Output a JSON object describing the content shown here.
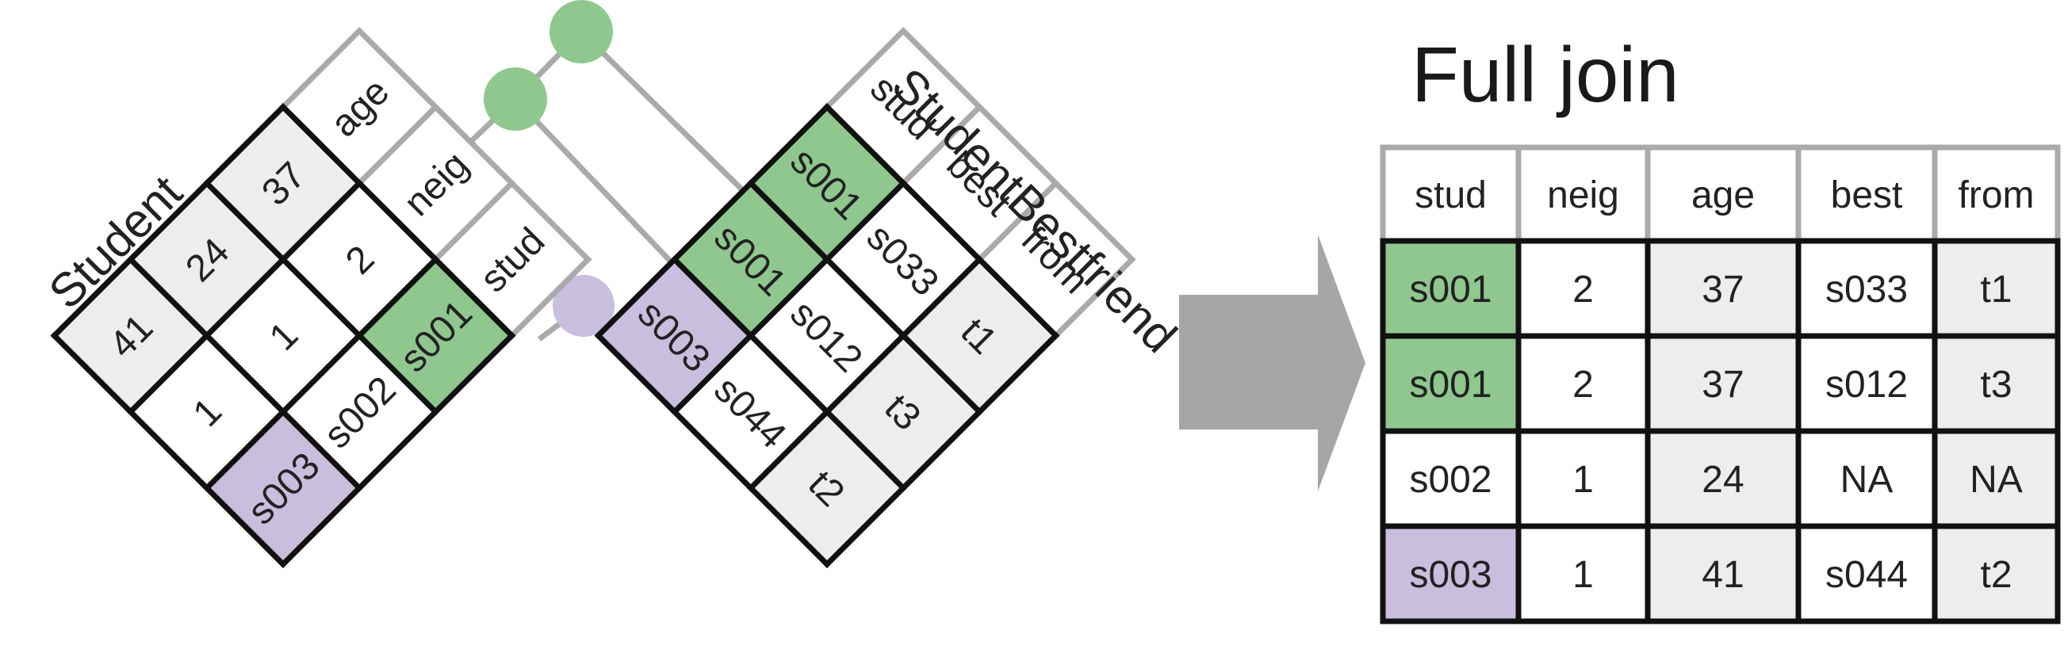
{
  "colors": {
    "green": "#8fc78f",
    "purple": "#c9bedd",
    "gray_cell": "#eceeec",
    "white_cell": "#ffffff",
    "border_dark": "#111111",
    "border_light": "#aaaaaa",
    "connector": "#aaaaaa",
    "arrow": "#a6a6a6"
  },
  "student": {
    "title": "Student",
    "headers": [
      "age",
      "neig",
      "stud"
    ],
    "rows": [
      [
        "37",
        "2",
        "s001"
      ],
      [
        "24",
        "1",
        "s002"
      ],
      [
        "41",
        "1",
        "s003"
      ]
    ],
    "key_highlight": [
      "green",
      "none",
      "purple"
    ]
  },
  "bestfriend": {
    "title": "StudentBestfriend",
    "headers": [
      "stud",
      "best",
      "from"
    ],
    "rows": [
      [
        "s001",
        "s033",
        "t1"
      ],
      [
        "s001",
        "s012",
        "t3"
      ],
      [
        "s003",
        "s044",
        "t2"
      ]
    ],
    "key_highlight": [
      "green",
      "green",
      "purple"
    ]
  },
  "result": {
    "title": "Full join",
    "headers": [
      "stud",
      "neig",
      "age",
      "best",
      "from"
    ],
    "rows": [
      [
        "s001",
        "2",
        "37",
        "s033",
        "t1"
      ],
      [
        "s001",
        "2",
        "37",
        "s012",
        "t3"
      ],
      [
        "s002",
        "1",
        "24",
        "NA",
        "NA"
      ],
      [
        "s003",
        "1",
        "41",
        "s044",
        "t2"
      ]
    ],
    "key_highlight": [
      "green",
      "green",
      "none",
      "purple"
    ]
  }
}
